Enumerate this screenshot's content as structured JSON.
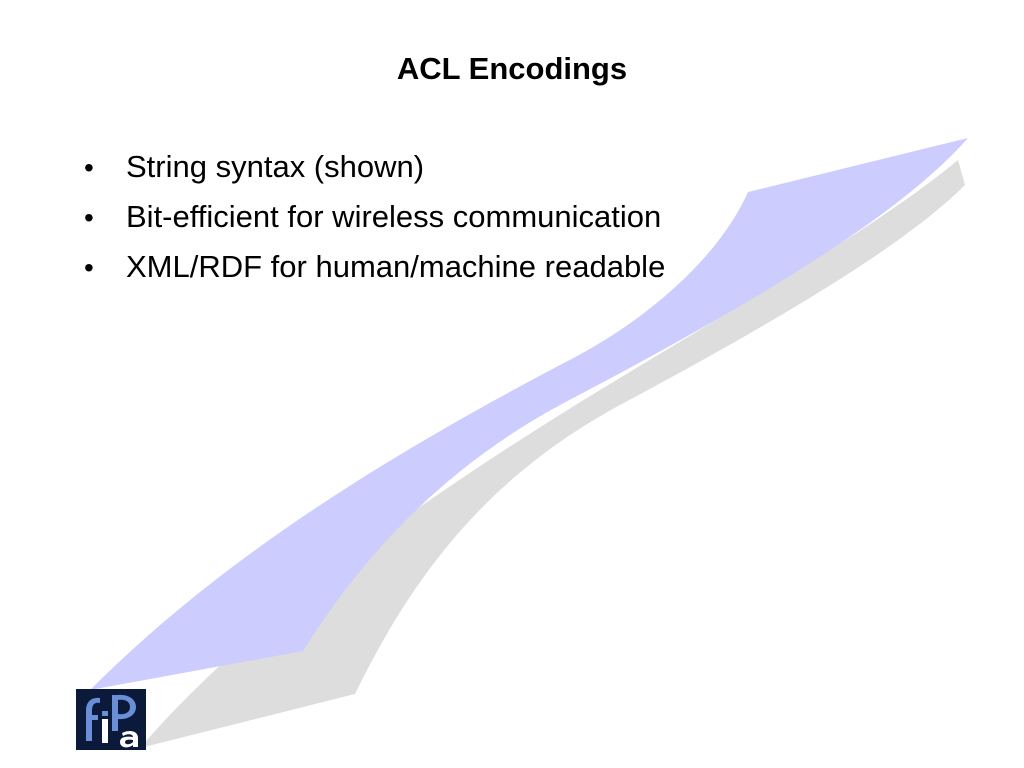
{
  "slide": {
    "title": "ACL Encodings",
    "bullets": [
      "String syntax (shown)",
      "Bit-efficient for wireless communication",
      "XML/RDF for human/machine readable"
    ]
  },
  "logo": {
    "name": "fipa-logo",
    "text": "fipa"
  },
  "colors": {
    "swoosh_fill": "#ccccff",
    "swoosh_shadow": "#dddddd",
    "logo_bg": "#0b1a3a",
    "logo_letters": "#6b8fd6"
  }
}
